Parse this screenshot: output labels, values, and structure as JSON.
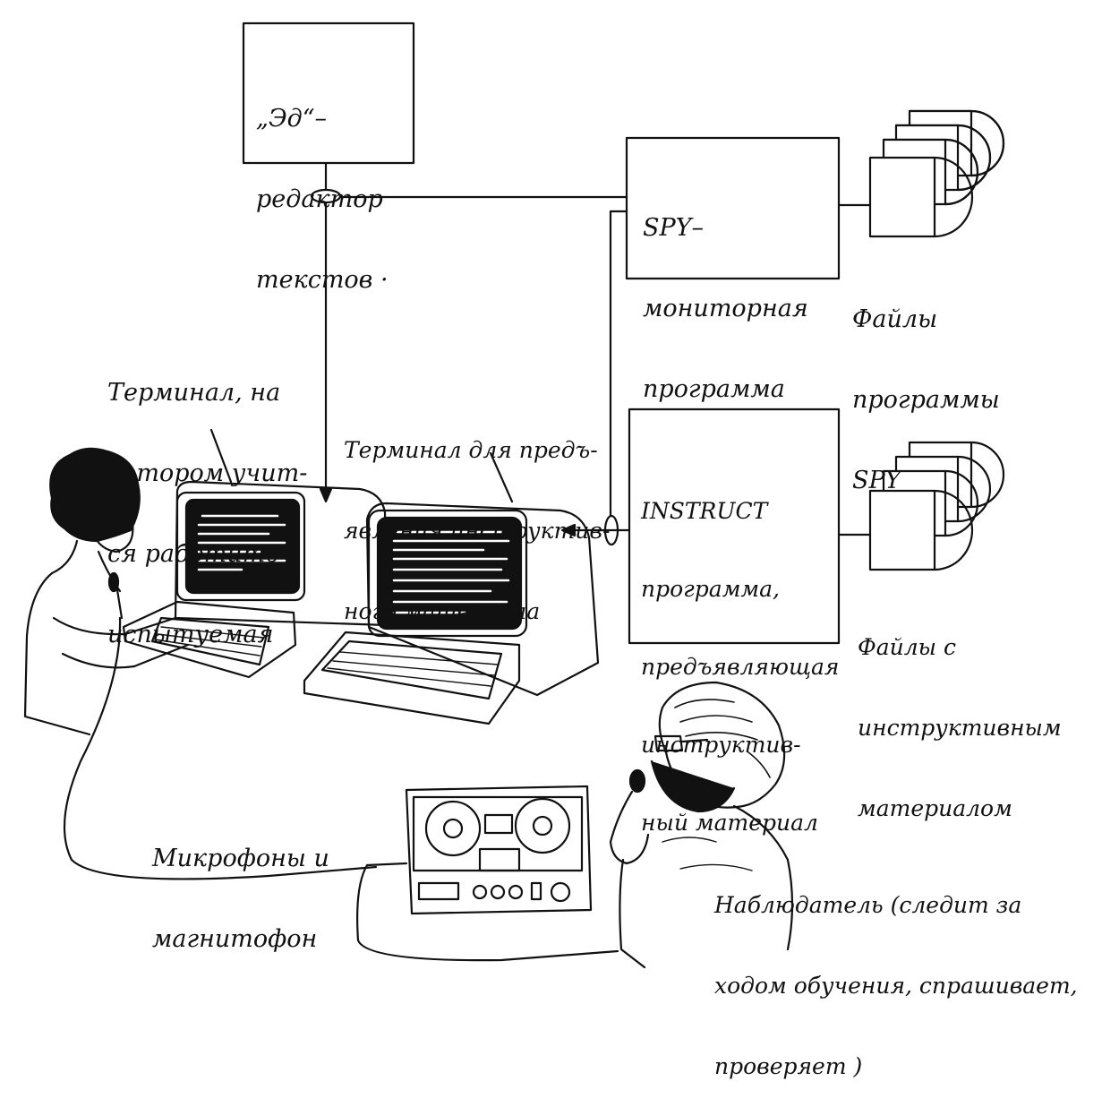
{
  "colors": {
    "ink": "#111111",
    "paper": "#ffffff"
  },
  "boxes": {
    "editor": {
      "lines": [
        "„Эд“–",
        "редактор",
        "текстов ·"
      ]
    },
    "spy": {
      "lines": [
        "SPY–",
        "мониторная",
        "программа"
      ]
    },
    "instruct": {
      "lines": [
        "INSTRUCT",
        "программа,",
        "предъявляющая",
        "инструктив-",
        "ный материал"
      ]
    }
  },
  "labels": {
    "spy_files": {
      "lines": [
        "Файлы",
        "программы",
        "SPY"
      ]
    },
    "instruct_files": {
      "lines": [
        "Файлы с",
        "инструктивным",
        "материалом"
      ]
    },
    "learner_terminal": {
      "lines": [
        "Терминал, на",
        "котором учит-",
        "ся работить",
        "испытуемая"
      ]
    },
    "instruction_terminal": {
      "lines": [
        "Терминал для предъ-",
        "явления инструктив-",
        "ного материала"
      ]
    },
    "recorder": {
      "lines": [
        "Микрофоны и",
        "магнитофон"
      ]
    },
    "observer": {
      "lines": [
        "Наблюдатель (следит за",
        "ходом обучения, спрашивает,",
        "проверяет )"
      ]
    }
  },
  "icons": {
    "file_stack": "floppy-disk-stack-icon",
    "recorder": "tape-recorder-icon",
    "terminal": "computer-terminal-icon",
    "microphone": "microphone-icon"
  }
}
